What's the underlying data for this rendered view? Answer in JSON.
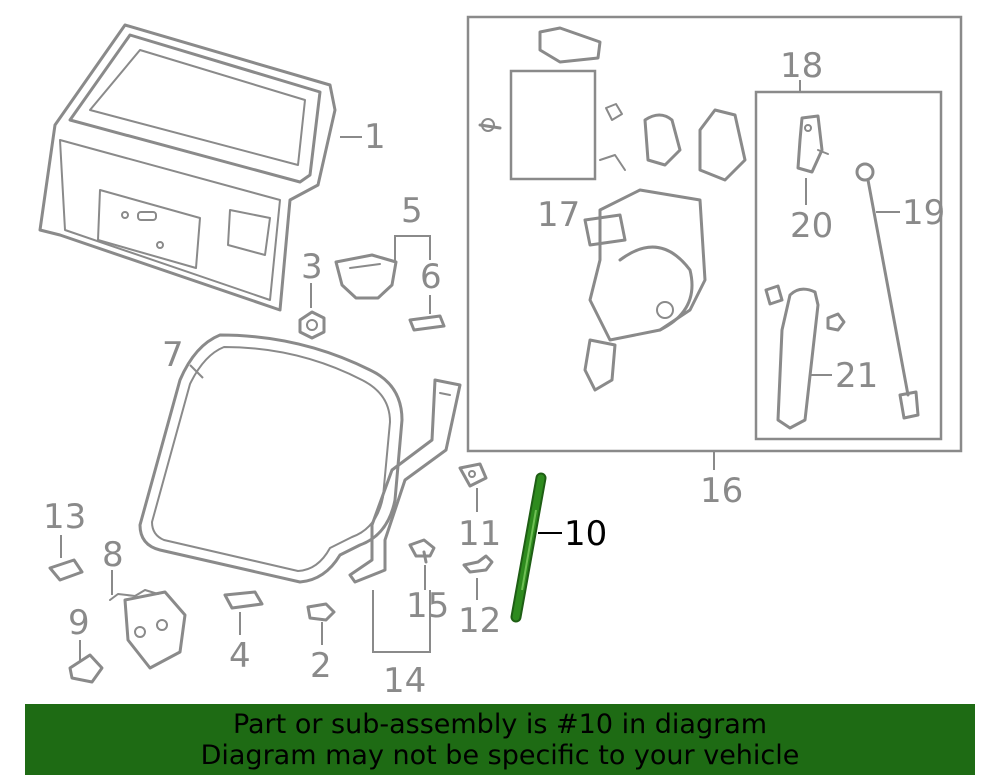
{
  "callouts": {
    "c1": "1",
    "c2": "2",
    "c3": "3",
    "c4": "4",
    "c5": "5",
    "c6": "6",
    "c7": "7",
    "c8": "8",
    "c9": "9",
    "c10": "10",
    "c11": "11",
    "c12": "12",
    "c13": "13",
    "c14": "14",
    "c15": "15",
    "c16": "16",
    "c17": "17",
    "c18": "18",
    "c19": "19",
    "c20": "20",
    "c21": "21"
  },
  "highlight": {
    "part_number": "10",
    "color": "#1e6b14"
  },
  "banner": {
    "line1": "Part or sub-assembly is #10 in diagram",
    "line2": "Diagram may not be specific to your vehicle",
    "background": "#1e6b14"
  },
  "colors": {
    "line_art": "#8a8a8a",
    "highlighted_part": "#2e8b1e"
  }
}
